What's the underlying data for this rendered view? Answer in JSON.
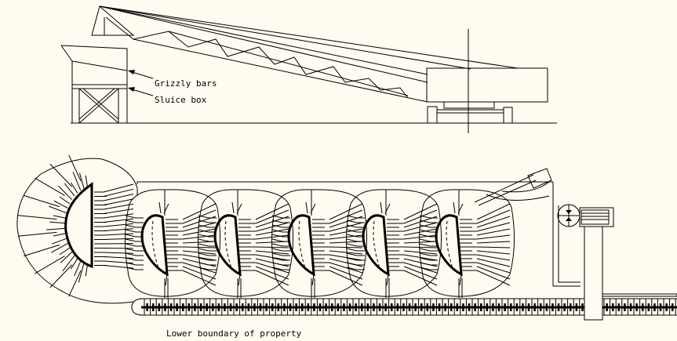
{
  "diagram": {
    "colors": {
      "background": "#fffbf0",
      "ink": "#000000"
    },
    "labels": {
      "grizzly_bars": "Grizzly bars",
      "sluice_box": "Sluice box",
      "lower_boundary": "Lower boundary of property"
    },
    "pit_count": 6,
    "sections": [
      "elevation-view",
      "plan-view"
    ]
  }
}
